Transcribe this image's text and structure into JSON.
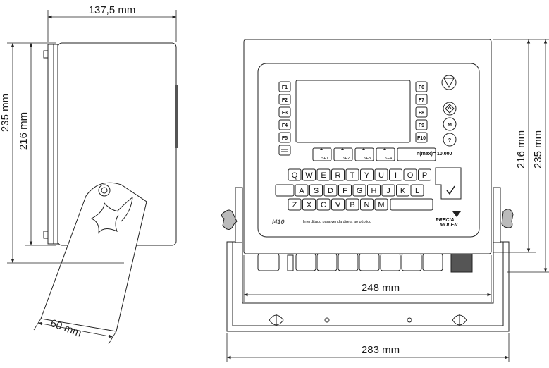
{
  "dimensions": {
    "top_depth": "137,5 mm",
    "side_total_height": "235 mm",
    "side_body_height": "216 mm",
    "bracket_width": "60 mm",
    "front_body_height": "216 mm",
    "front_total_height": "235 mm",
    "front_body_width": "248 mm",
    "front_total_width": "283 mm"
  },
  "panel": {
    "fkeys_left": [
      "F1",
      "F2",
      "F3",
      "F4",
      "F5"
    ],
    "fkeys_right": [
      "F6",
      "F7",
      "F8",
      "F9",
      "F10"
    ],
    "softkeys": [
      "SF1",
      "SF2",
      "SF3",
      "SF4"
    ],
    "capacity_label": "n(max)= 10.000",
    "nav_keys": [
      "M",
      "?"
    ],
    "keyboard_row1": [
      "Q",
      "W",
      "E",
      "R",
      "T",
      "Y",
      "U",
      "I",
      "O",
      "P"
    ],
    "keyboard_row2": [
      "A",
      "S",
      "D",
      "F",
      "G",
      "H",
      "J",
      "K",
      "L"
    ],
    "keyboard_row3": [
      "Z",
      "X",
      "C",
      "V",
      "B",
      "N",
      "M"
    ],
    "model": "I410",
    "notice": "Interditado para venda direta ao público",
    "brand_line1": "PRECIA",
    "brand_line2": "MOLEN"
  }
}
